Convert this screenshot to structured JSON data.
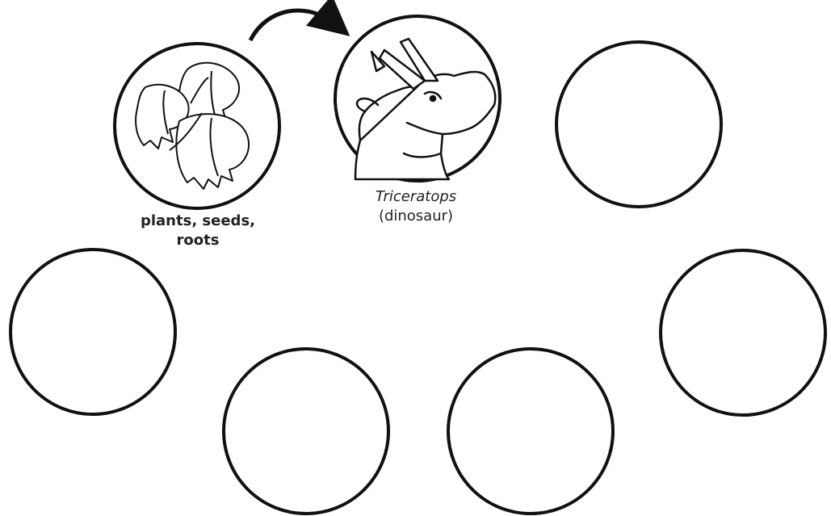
{
  "nodes": [
    {
      "id": "plants",
      "label_lines": [
        "plants, seeds,",
        "roots"
      ],
      "illustration": "leafy-plant-icon"
    },
    {
      "id": "triceratops",
      "label_name": "Triceratops",
      "label_note": "(dinosaur)",
      "illustration": "triceratops-head-icon"
    },
    {
      "id": "empty-1",
      "illustration": ""
    },
    {
      "id": "empty-2",
      "illustration": ""
    },
    {
      "id": "empty-3",
      "illustration": ""
    },
    {
      "id": "empty-4",
      "illustration": ""
    },
    {
      "id": "empty-5",
      "illustration": ""
    }
  ],
  "arrows": [
    {
      "from": "plants",
      "to": "triceratops"
    }
  ],
  "colors": {
    "stroke": "#111111",
    "background": "#ffffff",
    "text": "#222222"
  }
}
